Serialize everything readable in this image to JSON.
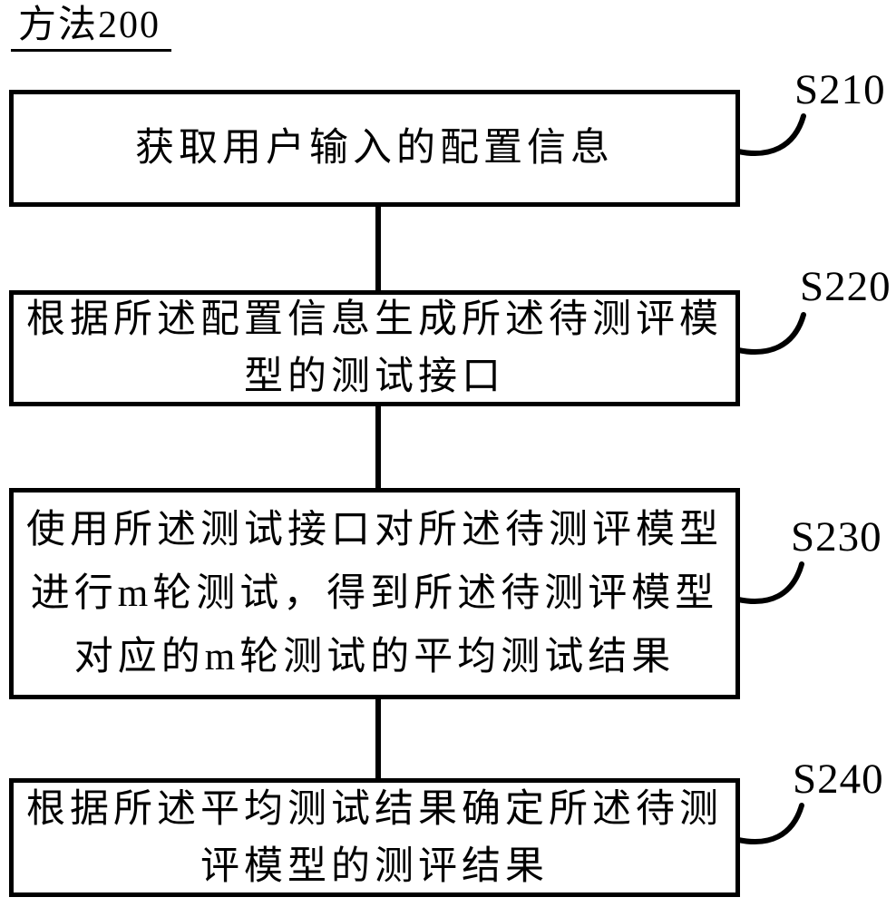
{
  "title": "方法200",
  "flow": {
    "boxes": [
      {
        "id": "S210",
        "lines": [
          "获取用户输入的配置信息"
        ]
      },
      {
        "id": "S220",
        "lines": [
          "根据所述配置信息生成所述待测评模",
          "型的测试接口"
        ]
      },
      {
        "id": "S230",
        "lines": [
          "使用所述测试接口对所述待测评模型",
          "进行m轮测试，得到所述待测评模型",
          "对应的m轮测试的平均测试结果"
        ]
      },
      {
        "id": "S240",
        "lines": [
          "根据所述平均测试结果确定所述待测",
          "评模型的测评结果"
        ]
      }
    ]
  },
  "colors": {
    "ink": "#000000",
    "background": "#ffffff"
  }
}
